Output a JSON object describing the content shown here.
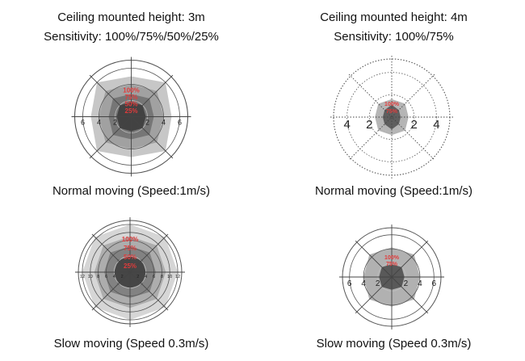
{
  "columns": [
    {
      "height_label": "Ceiling mounted height: 3m",
      "sensitivity_label": "Sensitivity: 100%/75%/50%/25%"
    },
    {
      "height_label": "Ceiling mounted height: 4m",
      "sensitivity_label": "Sensitivity: 100%/75%"
    }
  ],
  "captions": {
    "normal": "Normal moving (Speed:1m/s)",
    "slow": "Slow moving (Speed 0.3m/s)"
  },
  "plots": [
    {
      "id": "p1",
      "max_range": 7,
      "ticks": [
        "6",
        "4",
        "2",
        "2",
        "4",
        "6"
      ],
      "tick_values": [
        6,
        4,
        2,
        2,
        4,
        6
      ],
      "ring_radii": [
        2,
        4,
        6,
        7
      ],
      "sensitivity_labels": [
        "100%",
        "75%",
        "50%",
        "25%"
      ],
      "coverage": [
        {
          "level": "100%",
          "shade": "#bdbdbd",
          "r": [
            5,
            6,
            5,
            6,
            5,
            6,
            5,
            6
          ]
        },
        {
          "level": "75%",
          "shade": "#9a9a9a",
          "r": [
            4,
            4.5,
            4,
            4.5,
            4,
            4.5,
            4,
            4.5
          ]
        },
        {
          "level": "50%",
          "shade": "#6e6e6e",
          "r": [
            2.8,
            3.2,
            2.8,
            3.2,
            2.8,
            3.2,
            2.8,
            3.2
          ]
        },
        {
          "level": "25%",
          "shade": "#3a3a3a",
          "r": [
            1.8,
            2,
            1.8,
            2,
            1.8,
            2,
            1.8,
            2
          ]
        }
      ]
    },
    {
      "id": "p2",
      "max_range": 5.2,
      "ticks": [
        "4",
        "2",
        "2",
        "4"
      ],
      "tick_values": [
        4,
        2,
        2,
        4
      ],
      "ring_radii": [
        1.3,
        2,
        4,
        5.2
      ],
      "sensitivity_labels": [
        "100%",
        "75%"
      ],
      "coverage": [
        {
          "level": "100%",
          "shade": "#a8a8a8",
          "r": [
            1.6,
            1.7,
            1.5,
            1.7,
            1.6,
            1.7,
            1.5,
            1.7
          ]
        },
        {
          "level": "75%",
          "shade": "#505050",
          "r": [
            1.1,
            0.9,
            0.8,
            0.9,
            1.1,
            0.9,
            0.8,
            0.9
          ]
        }
      ]
    },
    {
      "id": "p3",
      "max_range": 13,
      "ticks": [
        "12",
        "10",
        "8",
        "6",
        "4",
        "2",
        "2",
        "4",
        "6",
        "8",
        "10",
        "12"
      ],
      "tick_values": [
        12,
        10,
        8,
        6,
        4,
        2,
        2,
        4,
        6,
        8,
        10,
        12
      ],
      "ring_radii": [
        4,
        6,
        8,
        10,
        12,
        13
      ],
      "sensitivity_labels": [
        "100%",
        "75%",
        "50%",
        "25%"
      ],
      "coverage": [
        {
          "level": "100%",
          "shade": "#cfcfcf",
          "r": [
            12,
            12.5,
            12,
            12.5,
            12,
            12.5,
            12,
            12.5
          ]
        },
        {
          "level": "75%",
          "shade": "#a6a6a6",
          "r": [
            9,
            9.5,
            9,
            9.5,
            9,
            9.5,
            9,
            9.5
          ]
        },
        {
          "level": "50%",
          "shade": "#7a7a7a",
          "r": [
            6.5,
            7,
            6.5,
            7,
            6.5,
            7,
            6.5,
            7
          ]
        },
        {
          "level": "25%",
          "shade": "#3c3c3c",
          "r": [
            4,
            4.3,
            4,
            4.3,
            4,
            4.3,
            4,
            4.3
          ]
        }
      ]
    },
    {
      "id": "p4",
      "max_range": 7,
      "ticks": [
        "6",
        "4",
        "2",
        "2",
        "4",
        "6"
      ],
      "tick_values": [
        6,
        4,
        2,
        2,
        4,
        6
      ],
      "ring_radii": [
        2,
        4,
        6,
        7
      ],
      "sensitivity_labels": [
        "100%",
        "75%"
      ],
      "coverage": [
        {
          "level": "100%",
          "shade": "#a3a3a3",
          "r": [
            4.2,
            4.5,
            4,
            4.5,
            4.2,
            4.5,
            4,
            4.5
          ]
        },
        {
          "level": "75%",
          "shade": "#4a4a4a",
          "r": [
            1.8,
            2,
            1.8,
            2,
            1.8,
            2,
            1.8,
            2
          ]
        }
      ]
    }
  ]
}
